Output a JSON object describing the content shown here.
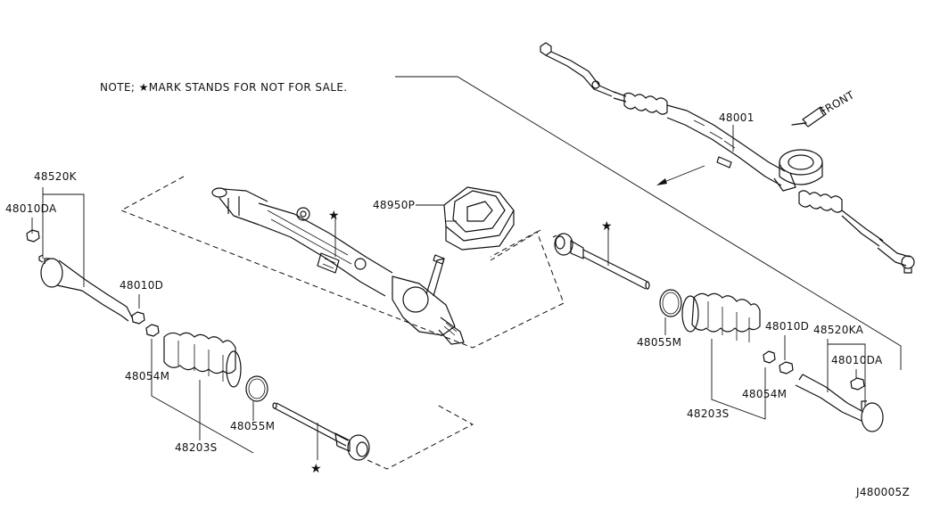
{
  "note": {
    "prefix": "NOTE; ",
    "star": "★",
    "text": "MARK STANDS FOR NOT FOR SALE."
  },
  "front_label": "FRONT",
  "labels": {
    "p48001": "48001",
    "p48950P": "48950P",
    "p48520K": "48520K",
    "p48010DA_left": "48010DA",
    "p48010D_left": "48010D",
    "p48054M_left": "48054M",
    "p48203S_left": "48203S",
    "p48055M_left": "48055M",
    "p48055M_right": "48055M",
    "p48203S_right": "48203S",
    "p48010D_right": "48010D",
    "p48054M_right": "48054M",
    "p48520KA": "48520KA",
    "p48010DA_right": "48010DA"
  },
  "stars": {
    "rack": "★",
    "inner_rod_left": "★",
    "inner_rod_right": "★"
  },
  "diagram_id": "J480005Z"
}
